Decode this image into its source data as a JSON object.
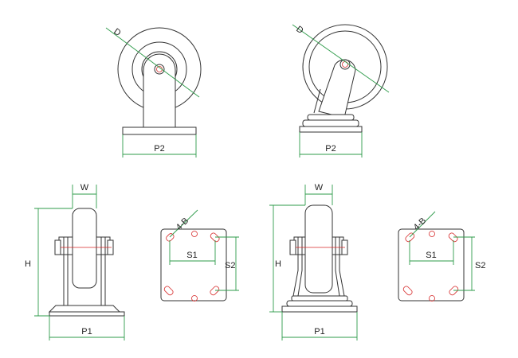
{
  "labels": {
    "diameter": "D",
    "plate_length": "P2",
    "plate_width": "P1",
    "wheel_width": "W",
    "height": "H",
    "hole_spacing_1": "S1",
    "hole_spacing_2": "S2",
    "bolt_holes": "4-B"
  },
  "colors": {
    "outline": "#333333",
    "dimension": "#2e9b4a",
    "hole": "#d62828"
  }
}
